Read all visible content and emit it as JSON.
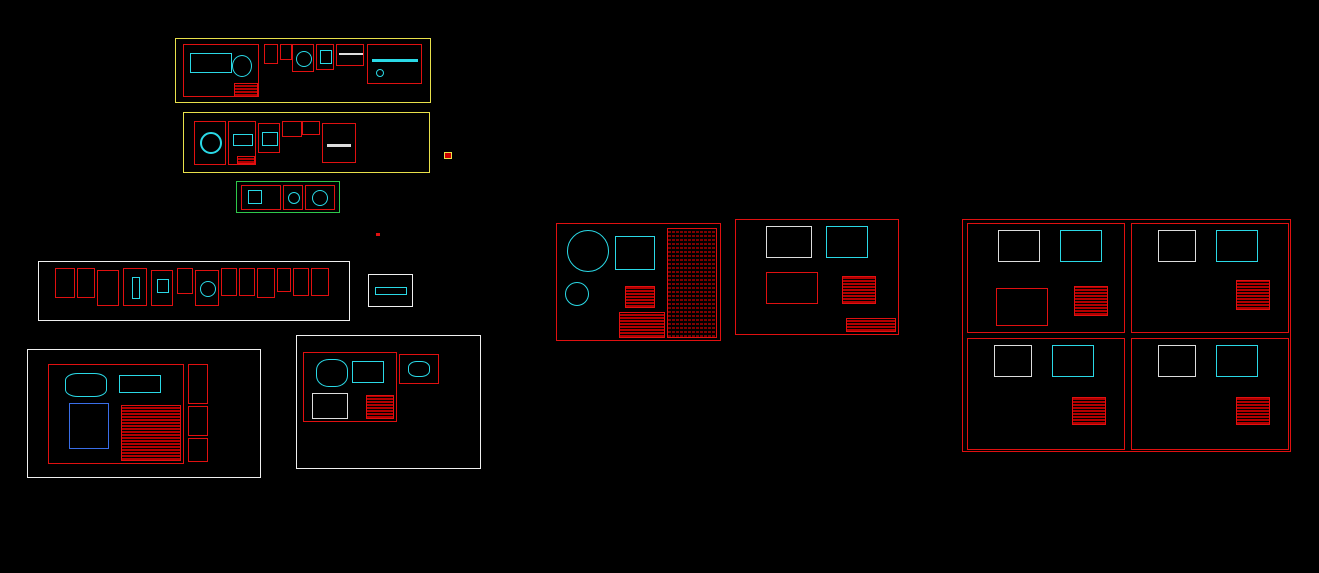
{
  "viewport": {
    "background": "#000000"
  },
  "colors": {
    "yellow_frame": "#e8e04a",
    "green_frame": "#2ec84a",
    "white_frame": "#f0f0f0",
    "red_line": "#e01010",
    "cyan_line": "#2ad9e6",
    "blue_line": "#3a6ee8"
  },
  "drawing_sets": [
    {
      "label": "yellow-frame-top"
    },
    {
      "label": "yellow-frame-middle"
    },
    {
      "label": "green-frame-small"
    },
    {
      "label": "white-frame-strip"
    },
    {
      "label": "white-frame-bottom-left"
    },
    {
      "label": "white-frame-bottom-center"
    },
    {
      "label": "sheet-group-center"
    },
    {
      "label": "sheet-group-right"
    }
  ]
}
